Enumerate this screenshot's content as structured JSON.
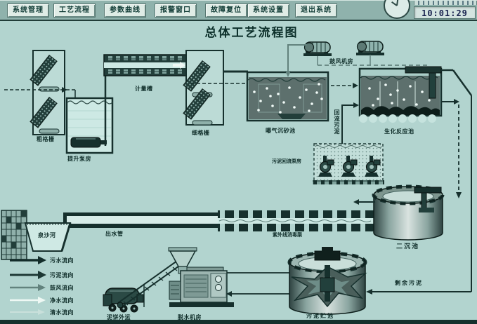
{
  "menu": {
    "items": [
      "系统管理",
      "工艺流程",
      "参数曲线",
      "报警窗口",
      "故障复位",
      "系统设置",
      "退出系统"
    ]
  },
  "clock": {
    "time": "10:01:29"
  },
  "diagram": {
    "title": "总体工艺流程图",
    "labels": {
      "coarse_screen": "粗格栅",
      "lift_pump_house": "提升泵房",
      "measuring_flume": "计量槽",
      "fine_screen": "细格栅",
      "aerated_grit_tank": "曝气沉砂池",
      "blower_room": "鼓风机房",
      "bio_reaction_tank": "生化反应池",
      "sludge_return_pump_house": "污泥回流泵房",
      "return_sludge": "回流污泥",
      "secondary_clarifier": "二沉池",
      "outlet_pipe": "出水管",
      "uv_disinfection_channel": "紫外线消毒渠",
      "river": "泉沙河",
      "sludge_cake_transport": "泥饼外运",
      "dewatering_room": "脱水机房",
      "sludge_storage_tank": "污泥贮池",
      "excess_sludge": "剩余污泥"
    },
    "legend": {
      "items": [
        {
          "label": "污水流向",
          "color": "#132d2a"
        },
        {
          "label": "污泥流向",
          "color": "#1d3834"
        },
        {
          "label": "鼓风流向",
          "color": "#62827d"
        },
        {
          "label": "净水流向",
          "color": "#eef8f4"
        },
        {
          "label": "清水流向",
          "color": "#c9e0db"
        }
      ]
    }
  },
  "colors": {
    "background": "#b2d4cf",
    "menubar": "#8fb2ac",
    "line": "#16302d",
    "tank_fill": "#5d706d",
    "water": "#cde9e4",
    "time_text": "#17204d"
  }
}
